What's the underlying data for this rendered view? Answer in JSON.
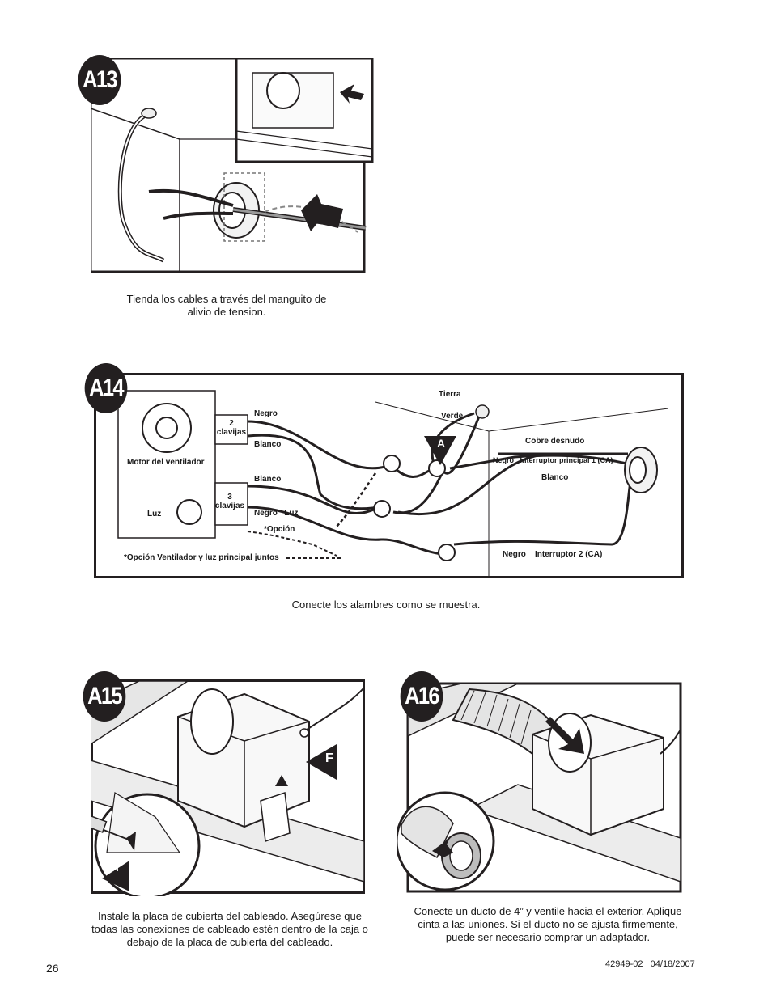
{
  "steps": {
    "a13": {
      "badge": "A13",
      "caption": [
        "Tienda los cables a través del manguito de",
        "alivio de tension."
      ]
    },
    "a14": {
      "badge": "A14",
      "caption": "Conecte los alambres como se muestra."
    },
    "a15": {
      "badge": "A15",
      "caption": [
        "Instale la placa de cubierta del cableado. Asegúrese que",
        "todas las conexiones de cableado estén dentro de la caja o",
        "debajo de la placa de cubierta del cableado."
      ]
    },
    "a16": {
      "badge": "A16",
      "caption": [
        "Conecte un ducto de 4” y ventile hacia el exterior. Aplique",
        "cinta a las uniones. Si el ducto no se ajusta firmemente,",
        "puede ser necesario comprar un adaptador."
      ]
    }
  },
  "wiring": {
    "motor": "Motor del ventilador",
    "luz": "Luz",
    "pins2": [
      "2",
      "clavijas"
    ],
    "pins3": [
      "3",
      "clavijas"
    ],
    "negro_top": "Negro",
    "blanco_top": "Blanco",
    "blanco_mid": "Blanco",
    "negro_luz": "Negro   Luz",
    "opcion": "*Opción",
    "opcion_juntos": "*Opción Ventilador y luz principal juntos",
    "tierra": "Tierra",
    "verde": "Verde",
    "marker_a": "A",
    "cobre": "Cobre desnudo",
    "interruptor1": "Negro   Interruptor principal 1 (CA)",
    "blanco_right": "Blanco",
    "interruptor2": "Negro    Interruptor 2 (CA)"
  },
  "markers": {
    "f": "F",
    "h": "H"
  },
  "footer": {
    "page": "26",
    "code": "42949-02   04/18/2007"
  }
}
